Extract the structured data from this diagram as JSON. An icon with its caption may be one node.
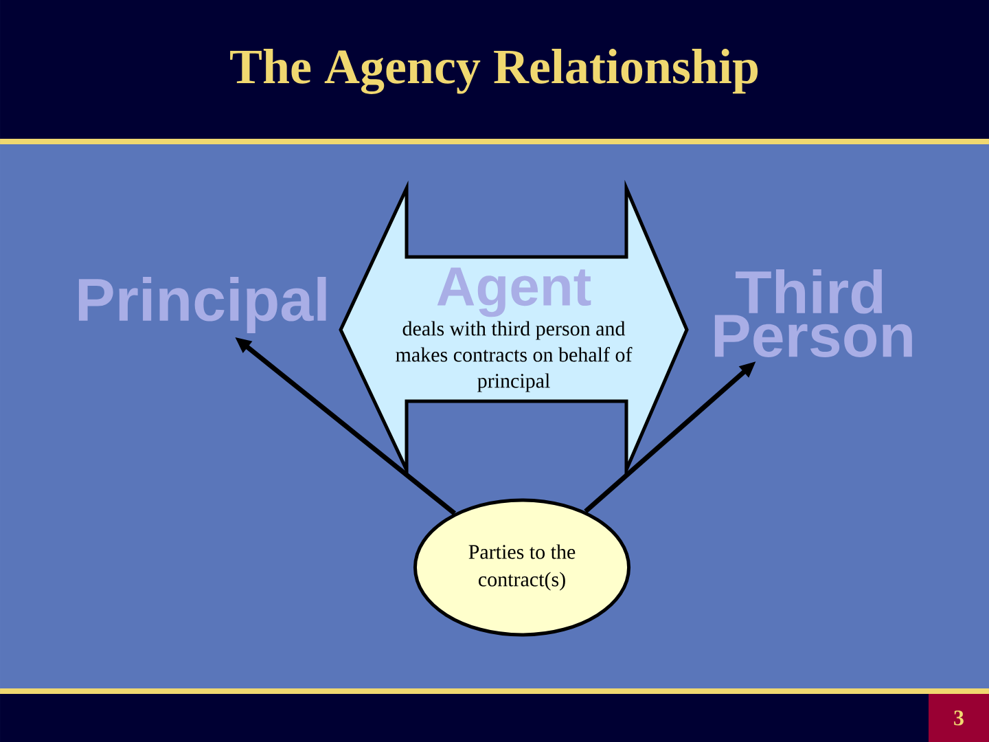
{
  "diagram": {
    "title": "The Agency Relationship",
    "nodes": [
      {
        "text": [
          "Principal"
        ]
      },
      {
        "text": [
          "Agent",
          "deals with third person and makes contracts on behalf of principal"
        ]
      },
      {
        "text": [
          "Third Person"
        ]
      },
      {
        "text": [
          "Parties to the contract(s)"
        ]
      }
    ],
    "edges": [
      {
        "from": 3,
        "to": 0,
        "arrow": "to"
      },
      {
        "from": 3,
        "to": 2,
        "arrow": "to"
      }
    ],
    "labels": [
      "3"
    ]
  }
}
